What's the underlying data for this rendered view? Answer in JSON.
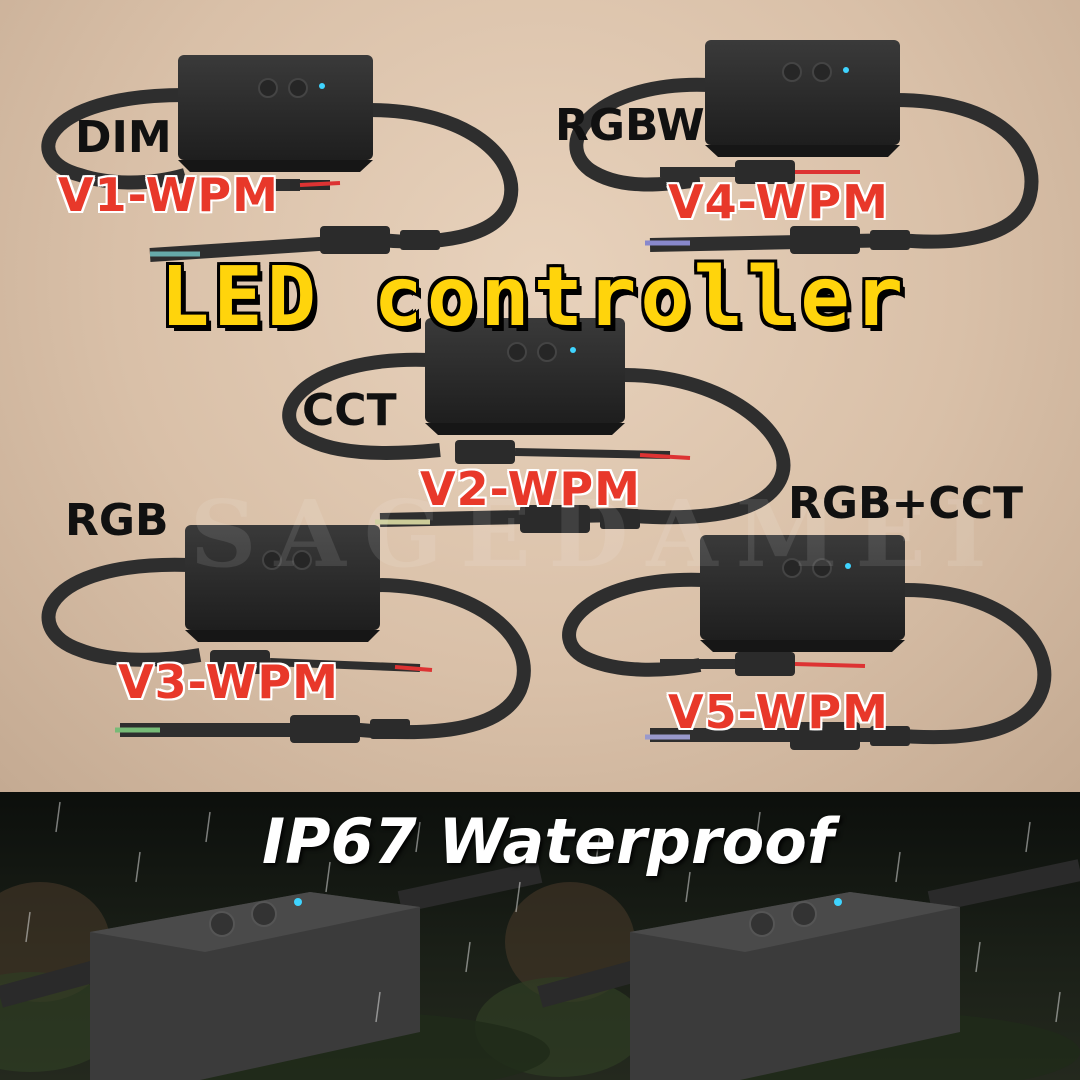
{
  "headline": "LED controller",
  "watermark": "SAGEDAMEI",
  "products": [
    {
      "type": "DIM",
      "model": "V1-WPM"
    },
    {
      "type": "CCT",
      "model": "V2-WPM"
    },
    {
      "type": "RGB",
      "model": "V3-WPM"
    },
    {
      "type": "RGBW",
      "model": "V4-WPM"
    },
    {
      "type": "RGB+CCT",
      "model": "V5-WPM"
    }
  ],
  "waterproof_title": "IP67 Waterproof",
  "colors": {
    "headline": "#ffd40c",
    "model_label": "#e8382a",
    "indicator_led": "#3fd4ff"
  }
}
